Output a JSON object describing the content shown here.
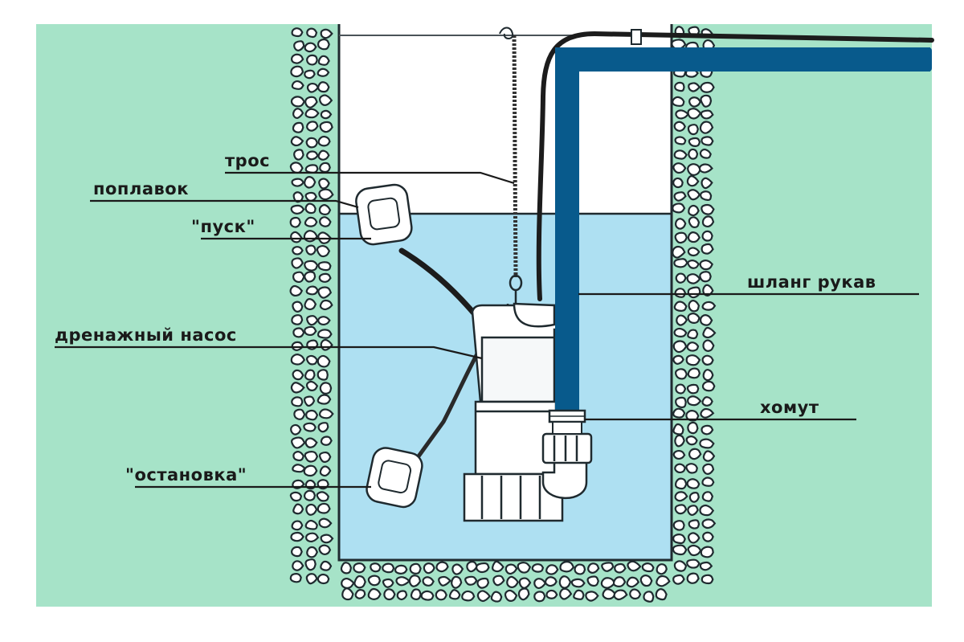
{
  "colors": {
    "soil": "#a6e3c8",
    "water": "#aee0f2",
    "air": "#ffffff",
    "hose": "#085a8c",
    "outline": "#1f2a2f"
  },
  "labels": {
    "cable": "трос",
    "float": "поплавок",
    "start": "\"пуск\"",
    "pump": "дренажный насос",
    "stop": "\"остановка\"",
    "hose": "шланг рукав",
    "clamp": "хомут"
  }
}
